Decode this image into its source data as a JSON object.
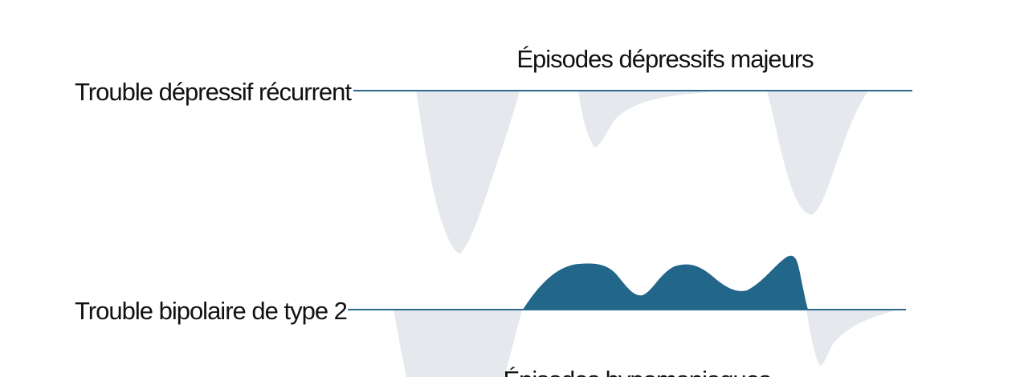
{
  "rows": [
    {
      "label": "Trouble dépressif récurrent"
    },
    {
      "label": "Trouble bipolaire de type 2"
    }
  ],
  "annotations": {
    "top": "Épisodes dépressifs majeurs",
    "bottom": "Épisodes hypomaniaques"
  },
  "colors": {
    "baseline": "#2d6a8e",
    "depressive_fill": "#e5e8ed",
    "hypomanic_fill": "#22668a",
    "text": "#111111"
  }
}
